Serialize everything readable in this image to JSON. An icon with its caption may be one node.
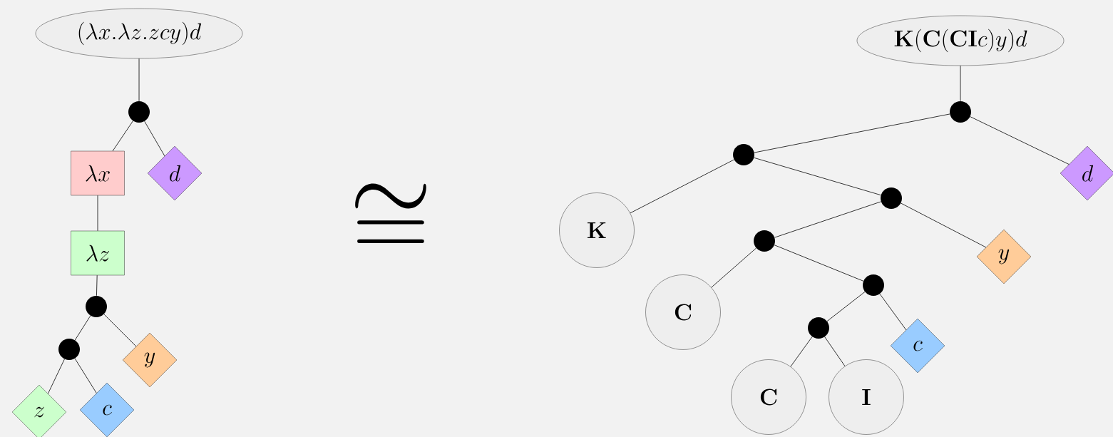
{
  "diagram": {
    "nodes": [
      {
        "text": [
          "(\\lambda x.\\lambda z.zcy)d"
        ]
      },
      {
        "text": [],
        "shape": "circle"
      },
      {
        "text": [
          "\\lambda x"
        ]
      },
      {
        "text": [
          "d"
        ]
      },
      {
        "text": [
          "\\lambda z"
        ]
      },
      {
        "text": [],
        "shape": "circle"
      },
      {
        "text": [],
        "shape": "circle"
      },
      {
        "text": [
          "y"
        ]
      },
      {
        "text": [
          "z"
        ]
      },
      {
        "text": [
          "c"
        ]
      },
      {
        "text": [
          "\\mathbf{K}(\\mathbf{C}(\\mathbf{CI}c)y)d"
        ]
      },
      {
        "text": [],
        "shape": "circle"
      },
      {
        "text": [],
        "shape": "circle"
      },
      {
        "text": [
          "d"
        ]
      },
      {
        "text": [
          "\\mathbf{K}"
        ]
      },
      {
        "text": [],
        "shape": "circle"
      },
      {
        "text": [],
        "shape": "circle"
      },
      {
        "text": [
          "y"
        ]
      },
      {
        "text": [
          "\\mathbf{C}"
        ]
      },
      {
        "text": [],
        "shape": "circle"
      },
      {
        "text": [],
        "shape": "circle"
      },
      {
        "text": [
          "c"
        ]
      },
      {
        "text": [
          "\\mathbf{C}"
        ]
      },
      {
        "text": [
          "\\mathbf{I}"
        ]
      }
    ],
    "edges": [
      {
        "from": 0,
        "to": 1,
        "arrow": "none"
      },
      {
        "from": 1,
        "to": 2,
        "arrow": "none"
      },
      {
        "from": 1,
        "to": 3,
        "arrow": "none"
      },
      {
        "from": 2,
        "to": 4,
        "arrow": "none"
      },
      {
        "from": 4,
        "to": 5,
        "arrow": "none"
      },
      {
        "from": 5,
        "to": 6,
        "arrow": "none"
      },
      {
        "from": 5,
        "to": 7,
        "arrow": "none"
      },
      {
        "from": 6,
        "to": 8,
        "arrow": "none"
      },
      {
        "from": 6,
        "to": 9,
        "arrow": "none"
      },
      {
        "from": 10,
        "to": 11,
        "arrow": "none"
      },
      {
        "from": 11,
        "to": 12,
        "arrow": "none"
      },
      {
        "from": 11,
        "to": 13,
        "arrow": "none"
      },
      {
        "from": 12,
        "to": 14,
        "arrow": "none"
      },
      {
        "from": 12,
        "to": 15,
        "arrow": "none"
      },
      {
        "from": 15,
        "to": 16,
        "arrow": "none"
      },
      {
        "from": 15,
        "to": 17,
        "arrow": "none"
      },
      {
        "from": 16,
        "to": 18,
        "arrow": "none"
      },
      {
        "from": 16,
        "to": 19,
        "arrow": "none"
      },
      {
        "from": 19,
        "to": 20,
        "arrow": "none"
      },
      {
        "from": 19,
        "to": 21,
        "arrow": "none"
      },
      {
        "from": 20,
        "to": 22,
        "arrow": "none"
      },
      {
        "from": 20,
        "to": 23,
        "arrow": "none"
      }
    ],
    "labels": [
      "\\cong"
    ]
  }
}
